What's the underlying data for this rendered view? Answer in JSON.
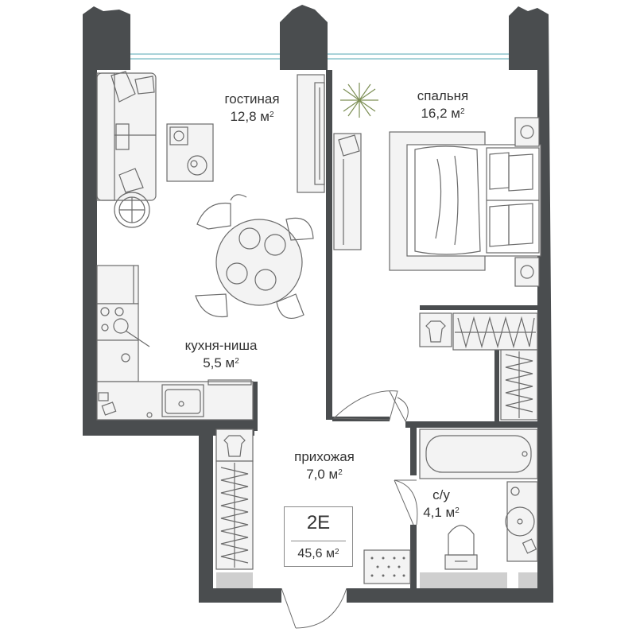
{
  "plan": {
    "rooms": [
      {
        "id": "living",
        "name": "гостиная",
        "area": "12,8 м",
        "sup": "2"
      },
      {
        "id": "bedroom",
        "name": "спальня",
        "area": "16,2 м",
        "sup": "2"
      },
      {
        "id": "kitchen",
        "name": "кухня-ниша",
        "area": "5,5 м",
        "sup": "2"
      },
      {
        "id": "hall",
        "name": "прихожая",
        "area": "7,0 м",
        "sup": "2"
      },
      {
        "id": "bath",
        "name": "с/у",
        "area": "4,1 м",
        "sup": "2"
      }
    ],
    "apartment": {
      "code": "2E",
      "total_area": "45,6 м",
      "total_sup": "2"
    },
    "colors": {
      "wall": "#4a4d4f",
      "line": "#6b6b6b",
      "glass": "#a9d3d9",
      "fill": "#f3f3f3"
    }
  }
}
